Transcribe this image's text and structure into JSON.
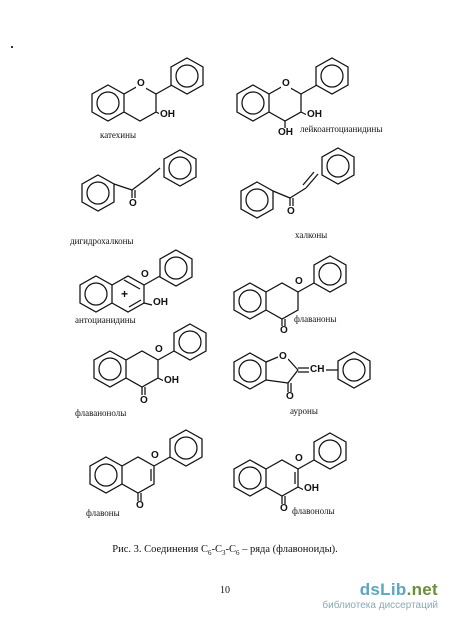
{
  "compounds": {
    "catechins": "катехины",
    "leucoanthocyanidins": "лейкоантоцианидины",
    "dihydrochalcones": "дигидрохалконы",
    "chalcones": "халконы",
    "anthocyanidins": "антоцианидины",
    "flavanones": "флаваноны",
    "flavanonols": "флаванонолы",
    "aurones": "ауроны",
    "flavones": "флавоны",
    "flavonols": "флавонолы"
  },
  "atoms": {
    "oxygen": "O",
    "hydroxyl": "OH",
    "plus": "+",
    "methine": "CH"
  },
  "caption": {
    "prefix": "Рис. 3. Соединения С",
    "sub1": "6",
    "mid1": "-С",
    "sub2": "3",
    "mid2": "-С",
    "sub3": "6",
    "suffix": " – ряда (флавоноиды)."
  },
  "page_number": "10",
  "watermark": {
    "logo_main": "dsLib",
    "logo_domain": ".net",
    "subtitle": "библиотека диссертаций"
  }
}
